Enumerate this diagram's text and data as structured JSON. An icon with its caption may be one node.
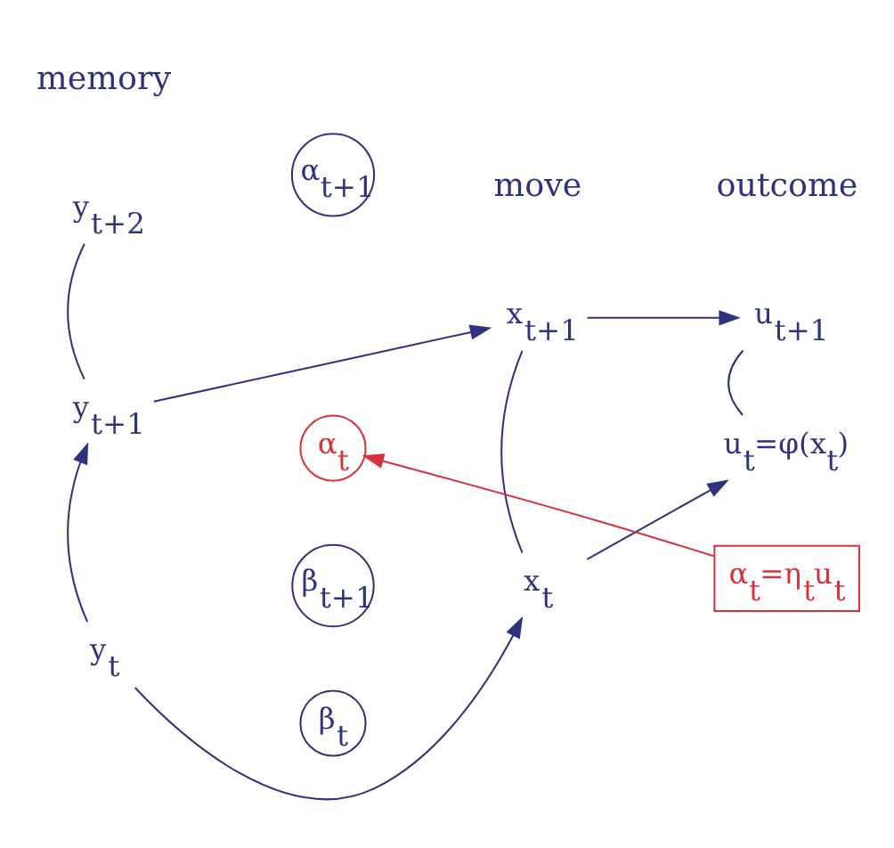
{
  "diagram": {
    "nodes": [
      {
        "text": [
          "y$_{t+2}$"
        ]
      },
      {
        "text": [
          "y$_{t+1}$"
        ]
      },
      {
        "text": [
          "y$_{t}$"
        ]
      },
      {
        "text": [
          "α$_{t+1}$"
        ]
      },
      {
        "text": [
          "β$_{t+1}$"
        ]
      },
      {
        "text": [
          "α$_{t}$"
        ]
      },
      {
        "text": [
          "β$_{t}$"
        ]
      },
      {
        "text": [
          "x$_{t+1}$"
        ]
      },
      {
        "text": [
          "x$_{t}$"
        ]
      },
      {
        "text": [
          "u$_{t+1}$"
        ]
      },
      {
        "text": [
          "u$_{t}$=φ(x$_{t}$)"
        ]
      },
      {
        "text": [
          "α$_{t}$=η$_{t}$u$_{t}$"
        ]
      }
    ],
    "edges": [
      {
        "from": 2,
        "to": 1,
        "arrow": "to"
      },
      {
        "from": 1,
        "to": 0,
        "arrow": "none"
      },
      {
        "from": 8,
        "to": 7,
        "arrow": "none"
      },
      {
        "from": 10,
        "to": 9,
        "arrow": "none"
      },
      {
        "from": 1,
        "to": 7,
        "arrow": "to"
      },
      {
        "from": 7,
        "to": 9,
        "arrow": "to"
      },
      {
        "from": 2,
        "to": 8,
        "arrow": "to"
      },
      {
        "from": 8,
        "to": 10,
        "arrow": "to"
      },
      {
        "from": 11,
        "to": 5,
        "arrow": "to",
        "color": "#d8323a"
      }
    ],
    "labels": [
      "memory",
      "move",
      "outcome"
    ]
  }
}
